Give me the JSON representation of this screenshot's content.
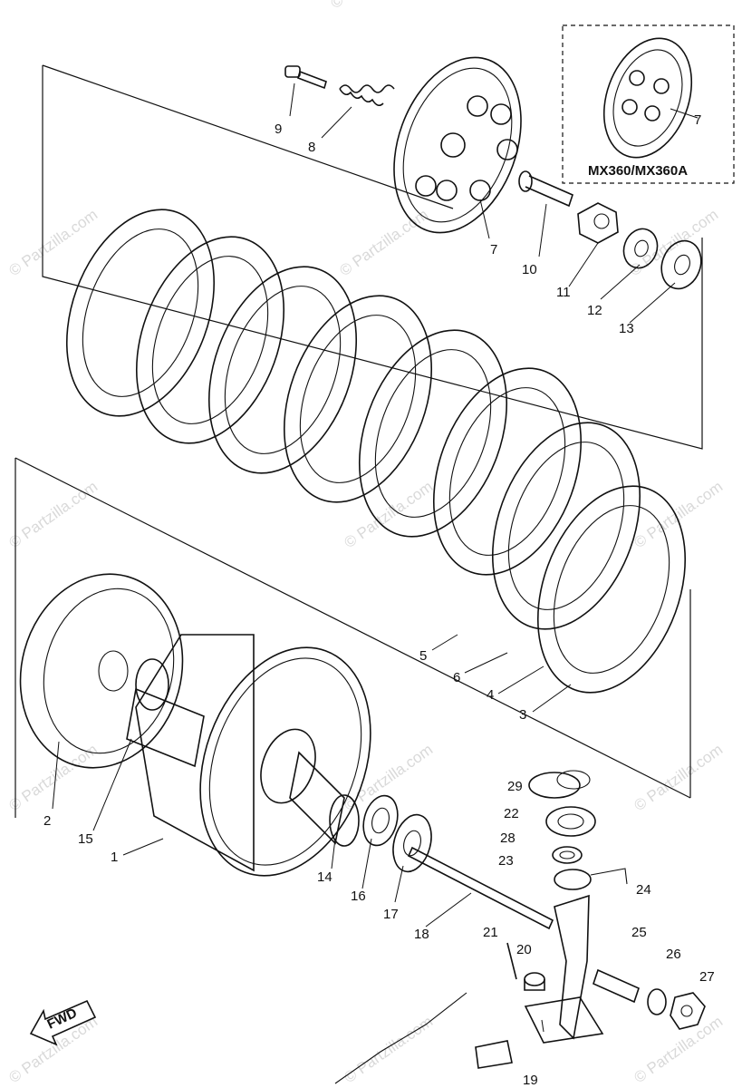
{
  "watermark": "© Partzilla.com",
  "variant_label": "MX360/MX360A",
  "fwd_label": "FWD",
  "callouts": [
    {
      "id": "c9",
      "text": "9"
    },
    {
      "id": "c8",
      "text": "8"
    },
    {
      "id": "c7a",
      "text": "7"
    },
    {
      "id": "c7b",
      "text": "7"
    },
    {
      "id": "c10",
      "text": "10"
    },
    {
      "id": "c11",
      "text": "11"
    },
    {
      "id": "c12",
      "text": "12"
    },
    {
      "id": "c13",
      "text": "13"
    },
    {
      "id": "c5",
      "text": "5"
    },
    {
      "id": "c6",
      "text": "6"
    },
    {
      "id": "c4",
      "text": "4"
    },
    {
      "id": "c3",
      "text": "3"
    },
    {
      "id": "c2",
      "text": "2"
    },
    {
      "id": "c15",
      "text": "15"
    },
    {
      "id": "c1",
      "text": "1"
    },
    {
      "id": "c14",
      "text": "14"
    },
    {
      "id": "c16",
      "text": "16"
    },
    {
      "id": "c17",
      "text": "17"
    },
    {
      "id": "c18",
      "text": "18"
    },
    {
      "id": "c29",
      "text": "29"
    },
    {
      "id": "c22",
      "text": "22"
    },
    {
      "id": "c28",
      "text": "28"
    },
    {
      "id": "c23",
      "text": "23"
    },
    {
      "id": "c24",
      "text": "24"
    },
    {
      "id": "c21",
      "text": "21"
    },
    {
      "id": "c20",
      "text": "20"
    },
    {
      "id": "c25",
      "text": "25"
    },
    {
      "id": "c26",
      "text": "26"
    },
    {
      "id": "c27",
      "text": "27"
    },
    {
      "id": "c19",
      "text": "19"
    }
  ]
}
